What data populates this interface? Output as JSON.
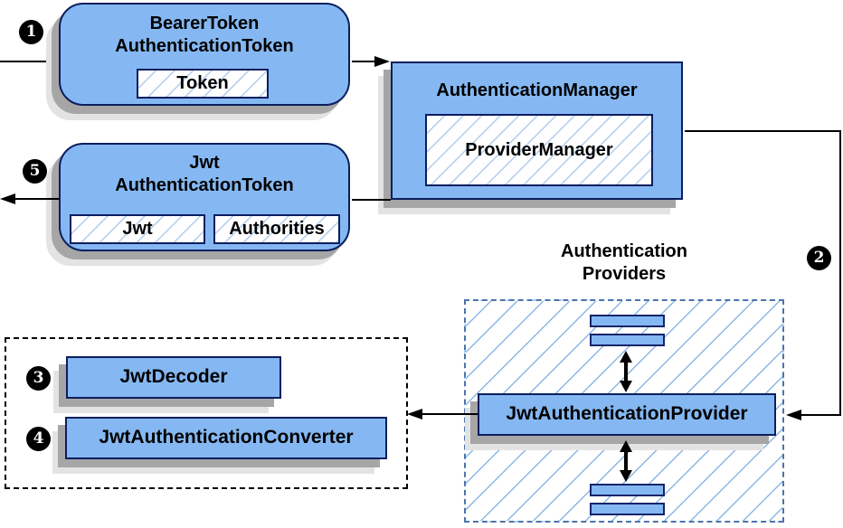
{
  "badges": {
    "b1": "1",
    "b2": "2",
    "b3": "3",
    "b4": "4",
    "b5": "5"
  },
  "boxes": {
    "bearer": {
      "line1": "BearerToken",
      "line2": "AuthenticationToken",
      "token": "Token"
    },
    "manager": {
      "title": "AuthenticationManager",
      "inner": "ProviderManager"
    },
    "jwt": {
      "line1": "Jwt",
      "line2": "AuthenticationToken",
      "jwt_chip": "Jwt",
      "authorities_chip": "Authorities"
    },
    "providers": {
      "title1": "Authentication",
      "title2": "Providers",
      "provider": "JwtAuthenticationProvider"
    },
    "converters": {
      "decoder": "JwtDecoder",
      "converter": "JwtAuthenticationConverter"
    }
  },
  "colors": {
    "node_fill": "#85b8f2",
    "node_border": "#0a1e5e",
    "hatch_line": "#8ab6e6",
    "group_dash_blue": "#4a74ac",
    "group_dash_black": "#000000",
    "shadow_dark": "#a6a6a6",
    "shadow_light": "#e3e3e3",
    "connector": "#000000"
  }
}
